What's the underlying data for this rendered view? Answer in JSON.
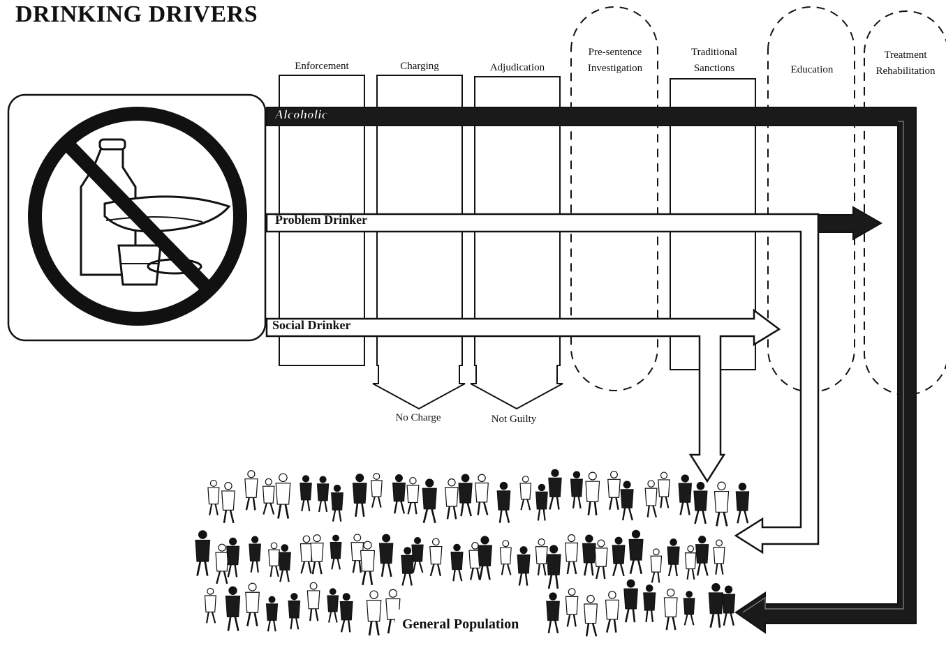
{
  "title": "DRINKING DRIVERS",
  "stages": [
    "Enforcement",
    "Charging",
    "Adjudication",
    "Pre-sentence\nInvestigation",
    "Traditional\nSanctions",
    "Education",
    "Treatment\nRehabilitation"
  ],
  "flows": {
    "alcoholic": "Alcoholic",
    "problem": "Problem Drinker",
    "social": "Social Drinker"
  },
  "outcomes": {
    "no_charge": "No Charge",
    "not_guilty": "Not Guilty"
  },
  "population": "General Population",
  "icons": {
    "prohibition": "no-alcohol-icon",
    "crowd": "crowd-icon"
  },
  "colors": {
    "ink": "#111111",
    "paper": "#ffffff"
  }
}
